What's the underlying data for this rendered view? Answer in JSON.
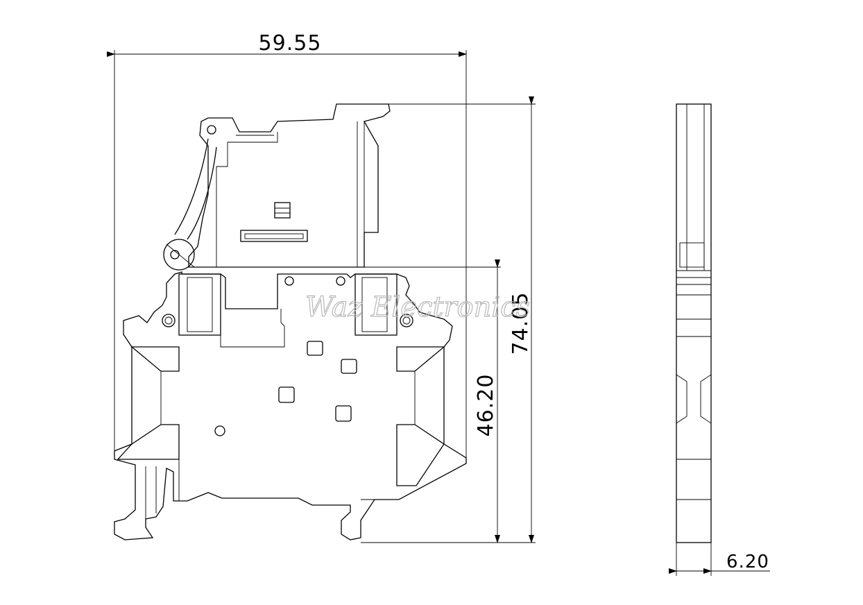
{
  "dimensions": {
    "overall_width": "59.55",
    "overall_height": "74.05",
    "base_height": "46.20",
    "side_width": "6.20"
  },
  "watermark": "Waz Electronics"
}
